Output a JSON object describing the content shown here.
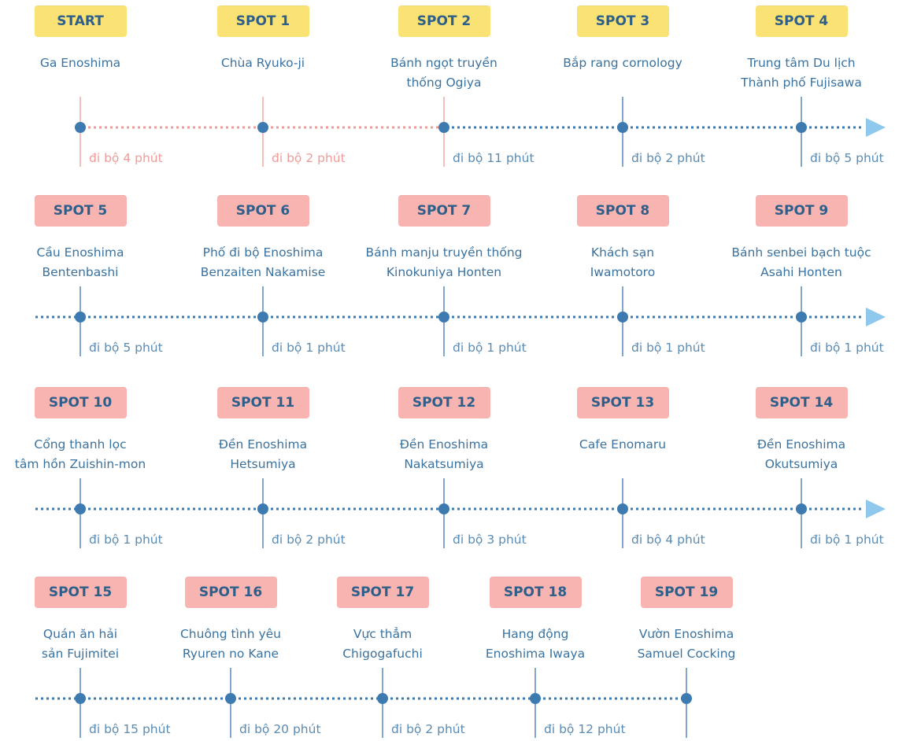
{
  "colors": {
    "blue": "#3d7ab0",
    "pink": "#ef9c99",
    "yellow": "#fbe274",
    "pink_badge": "#f8b4b1",
    "arrow": "#8ec8ec"
  },
  "rows": [
    {
      "arrow": true,
      "lead_in": false,
      "spots": [
        {
          "badge": "START",
          "name": [
            "Ga Enoshima"
          ],
          "walk": "đi bộ 4 phút",
          "badge_color": "yellow",
          "segment": "pink"
        },
        {
          "badge": "SPOT 1",
          "name": [
            "Chùa Ryuko-ji"
          ],
          "walk": "đi bộ 2 phút",
          "badge_color": "yellow",
          "segment": "pink"
        },
        {
          "badge": "SPOT 2",
          "name": [
            "Bánh ngọt truyền",
            "thống Ogiya"
          ],
          "walk": "đi bộ 11 phút",
          "badge_color": "yellow",
          "segment": "blue"
        },
        {
          "badge": "SPOT 3",
          "name": [
            "Bắp rang cornology"
          ],
          "walk": "đi bộ 2 phút",
          "badge_color": "yellow",
          "segment": "blue"
        },
        {
          "badge": "SPOT 4",
          "name": [
            "Trung tâm Du lịch",
            "Thành phố Fujisawa"
          ],
          "walk": "đi bộ 5 phút",
          "badge_color": "yellow",
          "segment": "blue"
        }
      ]
    },
    {
      "arrow": true,
      "lead_in": true,
      "spots": [
        {
          "badge": "SPOT 5",
          "name": [
            "Cầu Enoshima",
            "Bentenbashi"
          ],
          "walk": "đi bộ 5 phút",
          "badge_color": "pink",
          "segment": "blue"
        },
        {
          "badge": "SPOT 6",
          "name": [
            "Phố đi bộ Enoshima",
            "Benzaiten Nakamise"
          ],
          "walk": "đi bộ 1 phút",
          "badge_color": "pink",
          "segment": "blue"
        },
        {
          "badge": "SPOT 7",
          "name": [
            "Bánh manju truyền thống",
            "Kinokuniya Honten"
          ],
          "walk": "đi bộ 1 phút",
          "badge_color": "pink",
          "segment": "blue"
        },
        {
          "badge": "SPOT 8",
          "name": [
            "Khách sạn",
            "Iwamotoro"
          ],
          "walk": "đi bộ 1 phút",
          "badge_color": "pink",
          "segment": "blue"
        },
        {
          "badge": "SPOT 9",
          "name": [
            "Bánh senbei bạch tuộc",
            "Asahi Honten"
          ],
          "walk": "đi bộ 1 phút",
          "badge_color": "pink",
          "segment": "blue"
        }
      ]
    },
    {
      "arrow": true,
      "lead_in": true,
      "spots": [
        {
          "badge": "SPOT 10",
          "name": [
            "Cổng thanh lọc",
            "tâm hồn Zuishin-mon"
          ],
          "walk": "đi bộ 1 phút",
          "badge_color": "pink",
          "segment": "blue"
        },
        {
          "badge": "SPOT 11",
          "name": [
            "Đền Enoshima",
            "Hetsumiya"
          ],
          "walk": "đi bộ 2 phút",
          "badge_color": "pink",
          "segment": "blue"
        },
        {
          "badge": "SPOT 12",
          "name": [
            "Đền Enoshima",
            "Nakatsumiya"
          ],
          "walk": "đi bộ 3 phút",
          "badge_color": "pink",
          "segment": "blue"
        },
        {
          "badge": "SPOT 13",
          "name": [
            "Cafe Enomaru"
          ],
          "walk": "đi bộ 4 phút",
          "badge_color": "pink",
          "segment": "blue"
        },
        {
          "badge": "SPOT 14",
          "name": [
            "Đền Enoshima",
            "Okutsumiya"
          ],
          "walk": "đi bộ 1 phút",
          "badge_color": "pink",
          "segment": "blue"
        }
      ]
    },
    {
      "arrow": false,
      "lead_in": true,
      "spots": [
        {
          "badge": "SPOT 15",
          "name": [
            "Quán ăn hải",
            "sản Fujimitei"
          ],
          "walk": "đi bộ 15 phút",
          "badge_color": "pink",
          "segment": "blue"
        },
        {
          "badge": "SPOT 16",
          "name": [
            "Chuông tình yêu",
            "Ryuren no Kane"
          ],
          "walk": "đi bộ 20 phút",
          "badge_color": "pink",
          "segment": "blue"
        },
        {
          "badge": "SPOT 17",
          "name": [
            "Vực thẳm",
            "Chigogafuchi"
          ],
          "walk": "đi bộ 2 phút",
          "badge_color": "pink",
          "segment": "blue"
        },
        {
          "badge": "SPOT 18",
          "name": [
            "Hang động",
            "Enoshima Iwaya"
          ],
          "walk": "đi bộ 12 phút",
          "badge_color": "pink",
          "segment": "blue"
        },
        {
          "badge": "SPOT 19",
          "name": [
            "Vườn Enoshima",
            "Samuel Cocking"
          ],
          "walk": "",
          "badge_color": "pink",
          "segment": "none"
        }
      ]
    }
  ]
}
